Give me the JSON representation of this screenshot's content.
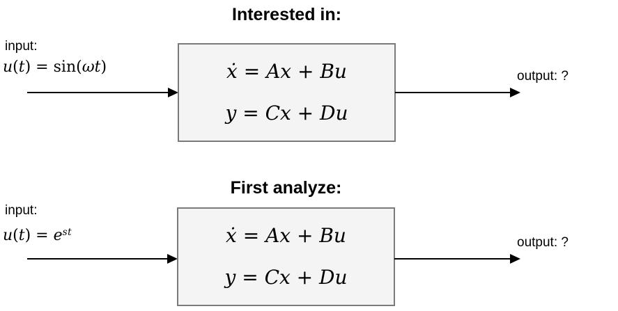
{
  "colors": {
    "background": "#ffffff",
    "box_fill": "#f4f4f4",
    "box_border": "#7a7a7a",
    "text": "#000000",
    "arrow": "#000000"
  },
  "sections": [
    {
      "title": "Interested in:",
      "input_label": "input:",
      "input_math": [
        [
          "i",
          "u"
        ],
        [
          "r",
          "("
        ],
        [
          "i",
          "t"
        ],
        [
          "r",
          ") = sin("
        ],
        [
          "i",
          "ω"
        ],
        [
          "i",
          "t"
        ],
        [
          "r",
          ")"
        ]
      ],
      "input_math_plain": "u(t) = sin(ωt)",
      "equations": [
        [
          [
            "i",
            "ẋ"
          ],
          [
            "r",
            " = "
          ],
          [
            "i",
            "Ax"
          ],
          [
            "r",
            " + "
          ],
          [
            "i",
            "Bu"
          ]
        ],
        [
          [
            "i",
            "y"
          ],
          [
            "r",
            " = "
          ],
          [
            "i",
            "Cx"
          ],
          [
            "r",
            " + "
          ],
          [
            "i",
            "Du"
          ]
        ]
      ],
      "equations_plain": [
        "ẋ = Ax + Bu",
        "y = Cx + Du"
      ],
      "output_label": "output: ?"
    },
    {
      "title": "First analyze:",
      "input_label": "input:",
      "input_math": [
        [
          "i",
          "u"
        ],
        [
          "r",
          "("
        ],
        [
          "i",
          "t"
        ],
        [
          "r",
          ") = "
        ],
        [
          "i",
          "e"
        ],
        [
          "sup",
          "st"
        ]
      ],
      "input_math_plain": "u(t) = e^st",
      "equations": [
        [
          [
            "i",
            "ẋ"
          ],
          [
            "r",
            " = "
          ],
          [
            "i",
            "Ax"
          ],
          [
            "r",
            " + "
          ],
          [
            "i",
            "Bu"
          ]
        ],
        [
          [
            "i",
            "y"
          ],
          [
            "r",
            " = "
          ],
          [
            "i",
            "Cx"
          ],
          [
            "r",
            " + "
          ],
          [
            "i",
            "Du"
          ]
        ]
      ],
      "equations_plain": [
        "ẋ = Ax + Bu",
        "y = Cx + Du"
      ],
      "output_label": "output: ?"
    }
  ]
}
